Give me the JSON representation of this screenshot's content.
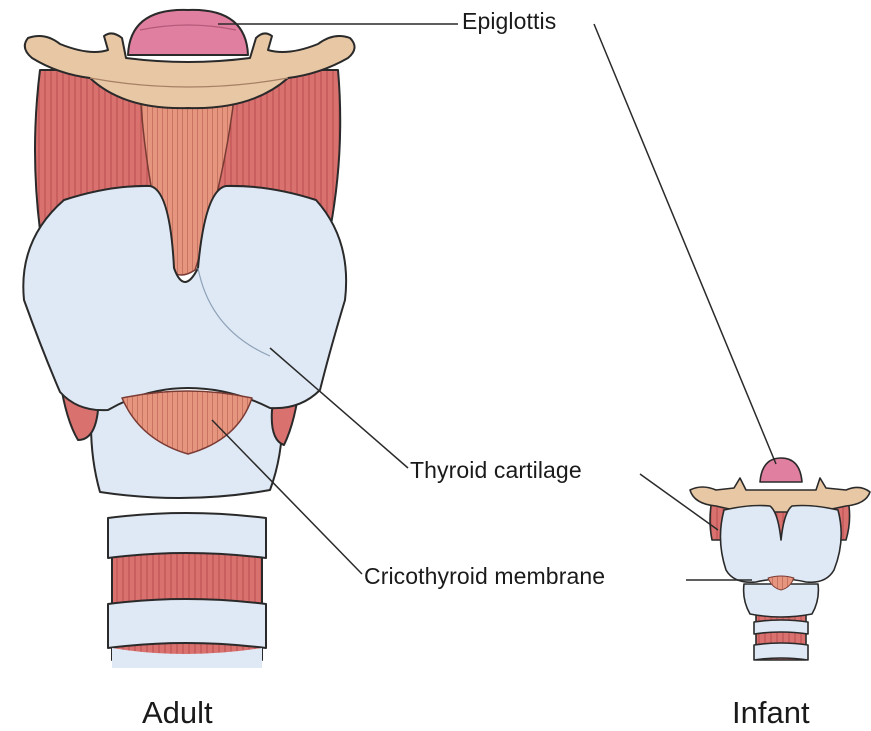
{
  "labels": {
    "epiglottis": "Epiglottis",
    "thyroid_cartilage": "Thyroid cartilage",
    "cricothyroid_membrane": "Cricothyroid membrane"
  },
  "captions": {
    "adult": "Adult",
    "infant": "Infant"
  },
  "colors": {
    "cartilage": "#dfe9f5",
    "muscle": "#d9716f",
    "muscle_light": "#e8a08c",
    "hyoid_bone": "#e8c7a5",
    "epiglottis": "#e07fa0",
    "outline": "#2a2a2a"
  }
}
